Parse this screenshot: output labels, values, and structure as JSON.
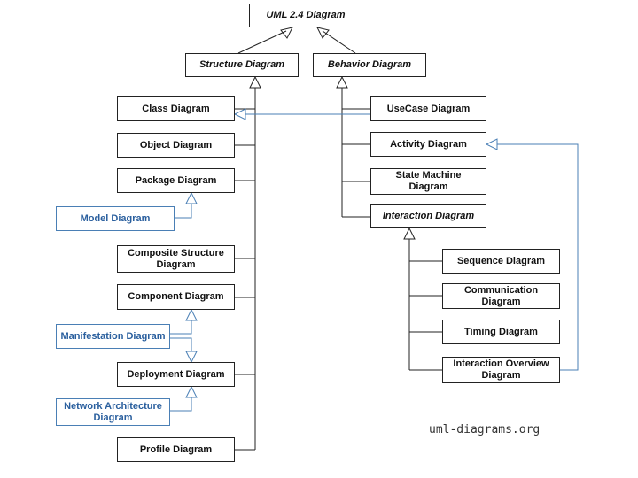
{
  "diagram": {
    "root": "UML 2.4 Diagram",
    "structure": "Structure Diagram",
    "behavior": "Behavior Diagram",
    "class": "Class Diagram",
    "object": "Object Diagram",
    "package": "Package Diagram",
    "model": "Model Diagram",
    "composite_line1": "Composite Structure",
    "composite_line2": "Diagram",
    "component": "Component Diagram",
    "manifestation": "Manifestation Diagram",
    "deployment": "Deployment Diagram",
    "network_line1": "Network Architecture",
    "network_line2": "Diagram",
    "profile": "Profile Diagram",
    "usecase": "UseCase Diagram",
    "activity": "Activity Diagram",
    "state_machine_line1": "State Machine",
    "state_machine_line2": "Diagram",
    "interaction": "Interaction Diagram",
    "sequence": "Sequence Diagram",
    "communication_line1": "Communication",
    "communication_line2": "Diagram",
    "timing": "Timing Diagram",
    "interaction_overview_line1": "Interaction Overview",
    "interaction_overview_line2": "Diagram"
  },
  "colors": {
    "line": "#222222",
    "accent": "#4a7fb5"
  },
  "watermark": "uml-diagrams.org"
}
